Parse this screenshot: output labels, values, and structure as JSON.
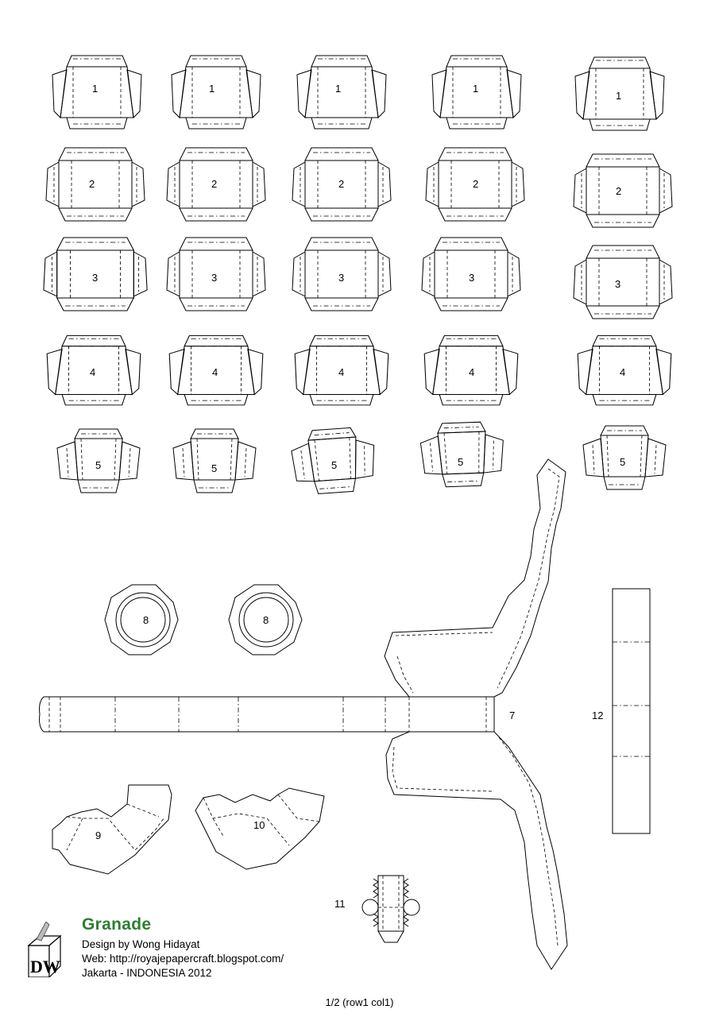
{
  "part_labels": {
    "p1": "1",
    "p2": "2",
    "p3": "3",
    "p4": "4",
    "p5": "5",
    "p7": "7",
    "p8": "8",
    "p9": "9",
    "p10": "10",
    "p11": "11",
    "p12": "12"
  },
  "credits": {
    "title": "Granade",
    "designer": "Design by Wong Hidayat",
    "web": "Web: http://royajepapercraft.blogspot.com/",
    "location": "Jakarta - INDONESIA 2012",
    "logo_text": "DW"
  },
  "footer": {
    "page": "1/2 (row1 col1)"
  }
}
